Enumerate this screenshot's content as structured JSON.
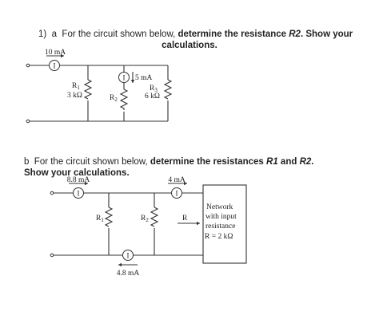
{
  "q1": {
    "number": "1)",
    "part": "a",
    "text_prefix": "For the circuit shown below,",
    "bold1": "determine the resistance",
    "bold_r": "R2",
    "bold2": ". Show your",
    "line2": "calculations."
  },
  "q1_circuit": {
    "meter_main_current": "10 mA",
    "meter_symbol": "I",
    "meter_branch_current": "5 mA",
    "r1_name": "R",
    "r1_sub": "1",
    "r1_value": "3 kΩ",
    "r2_name": "R",
    "r2_sub": "2",
    "r3_name": "R",
    "r3_sub": "3",
    "r3_value": "6 kΩ"
  },
  "q2": {
    "part": "b",
    "text_prefix": "For the circuit shown below,",
    "bold1": "determine the resistances",
    "bold_r1": "R1",
    "bold_and": "and",
    "bold_r2": "R2",
    "bold_end": ".",
    "line2": "Show your calculations."
  },
  "q2_circuit": {
    "meter_main_current": "8.8 mA",
    "meter_network_current": "4 mA",
    "meter_bottom_current": "4.8 mA",
    "meter_symbol": "I",
    "r1_name": "R",
    "r1_sub": "1",
    "r2_name": "R",
    "r2_sub": "2",
    "r_label": "R",
    "network_line1": "Network",
    "network_line2": "with input",
    "network_line3": "resistance",
    "network_line4": "R = 2 kΩ"
  }
}
